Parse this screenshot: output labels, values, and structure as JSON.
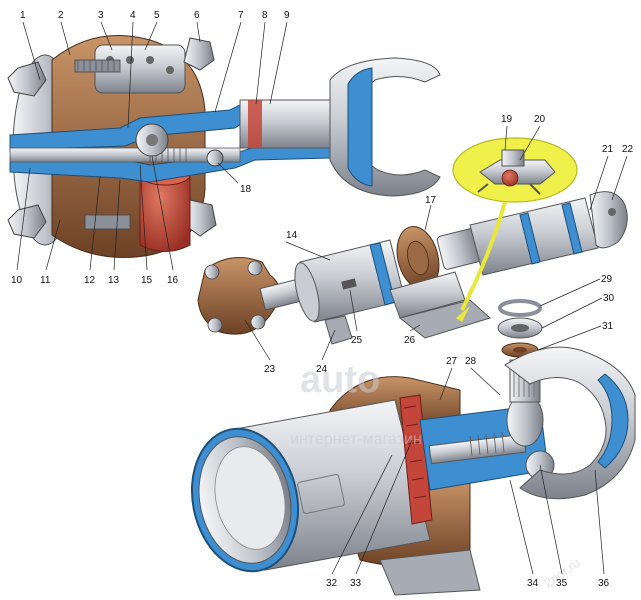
{
  "diagram": {
    "colors": {
      "steel_light": "#e2e4e8",
      "steel_mid": "#b6bac2",
      "steel_dark": "#7d828c",
      "section_blue": "#3d8fd1",
      "rubber_brown": "#9c6a45",
      "bushing_red": "#c4453a",
      "highlight_yellow": "#f0f04a",
      "background": "#ffffff"
    },
    "labels": [
      "1",
      "2",
      "3",
      "4",
      "5",
      "6",
      "7",
      "8",
      "9",
      "10",
      "11",
      "12",
      "13",
      "14",
      "15",
      "16",
      "17",
      "18",
      "19",
      "20",
      "21",
      "22",
      "23",
      "24",
      "25",
      "26",
      "27",
      "28",
      "29",
      "30",
      "31",
      "32",
      "33",
      "34",
      "35",
      "36"
    ],
    "watermark": {
      "main": "auto",
      "sub": "интернет-магазин",
      "corner": "2nor.ru"
    }
  }
}
